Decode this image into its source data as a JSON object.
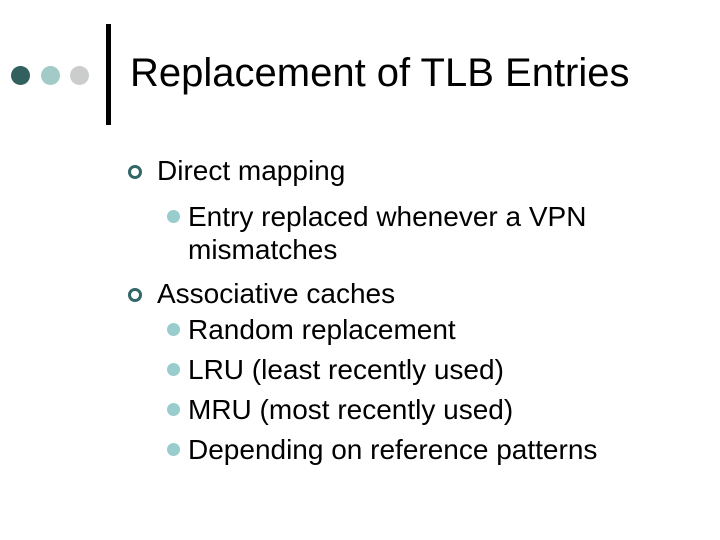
{
  "slide": {
    "title": "Replacement of TLB Entries",
    "decoration": {
      "dot_colors": [
        "#32605E",
        "#A2CBC8",
        "#CBCDCC"
      ],
      "bar_color": "#000000"
    },
    "colors": {
      "level1_bullet_ring": "#336666",
      "level2_bullet_dot": "#99CCCC",
      "text": "#000000",
      "background": "#FFFFFF"
    },
    "bullets": [
      {
        "level": 1,
        "text": "Direct mapping"
      },
      {
        "level": 2,
        "text": "Entry replaced whenever a VPN mismatches"
      },
      {
        "level": 1,
        "text": "Associative caches"
      },
      {
        "level": 2,
        "text": "Random replacement"
      },
      {
        "level": 2,
        "text": "LRU (least recently used)"
      },
      {
        "level": 2,
        "text": "MRU (most recently used)"
      },
      {
        "level": 2,
        "text": "Depending on reference patterns"
      }
    ]
  }
}
